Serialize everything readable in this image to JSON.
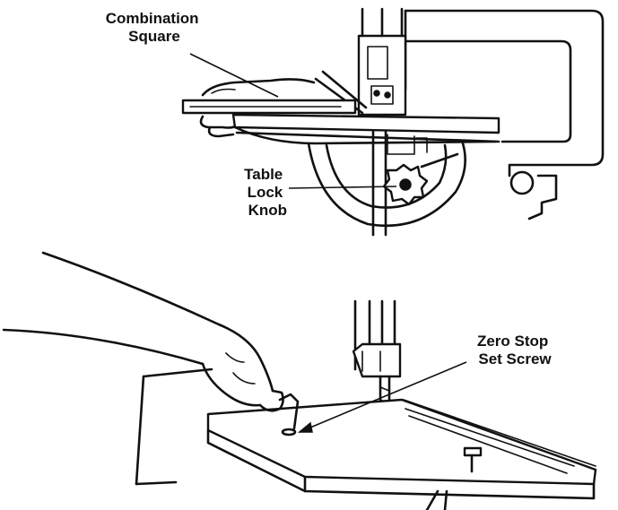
{
  "callouts": {
    "combination_square": [
      "Combination",
      "Square"
    ],
    "table_lock_knob": [
      "Table",
      "Lock",
      "Knob"
    ],
    "zero_stop_set_screw": [
      "Zero Stop",
      "Set Screw"
    ]
  },
  "colors": {
    "ink": "#111111",
    "background": "#ffffff"
  }
}
